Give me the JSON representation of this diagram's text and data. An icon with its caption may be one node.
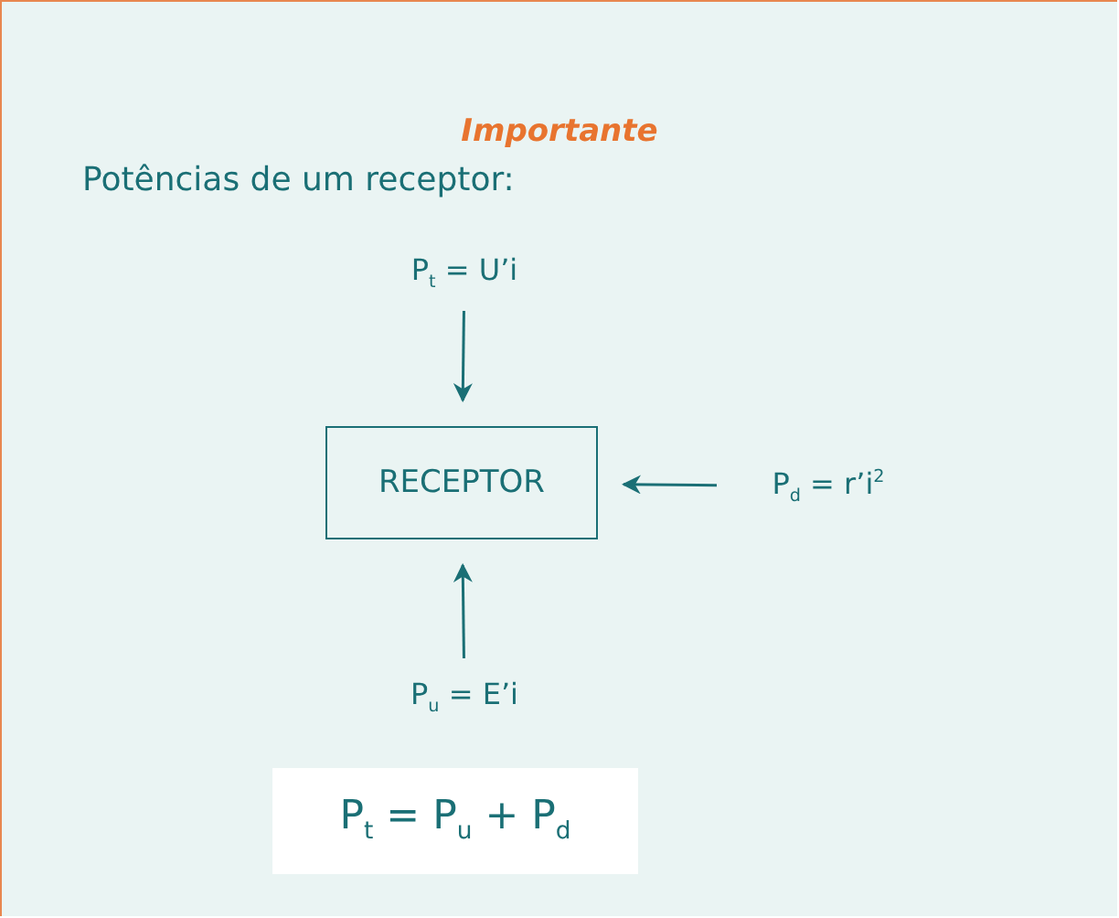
{
  "diagram": {
    "title": "Importante",
    "nodes": [
      {
        "text": [
          "RECEPTOR"
        ]
      },
      {
        "text": [
          "P$_{t}$ = U’i"
        ]
      },
      {
        "text": [
          "P$_{d}$ = r’i$^{2}$"
        ]
      },
      {
        "text": [
          "P$_{u}$ = E’i"
        ]
      },
      {
        "text": [
          "P$_{t}$ = P$_{u}$ + P$_{d}$"
        ]
      }
    ],
    "edges": [
      {
        "from": 1,
        "to": 0,
        "arrow": "to"
      },
      {
        "from": 2,
        "to": 0,
        "arrow": "to"
      },
      {
        "from": 3,
        "to": 0,
        "arrow": "to"
      }
    ],
    "labels": [
      "Potências de um receptor:"
    ]
  }
}
